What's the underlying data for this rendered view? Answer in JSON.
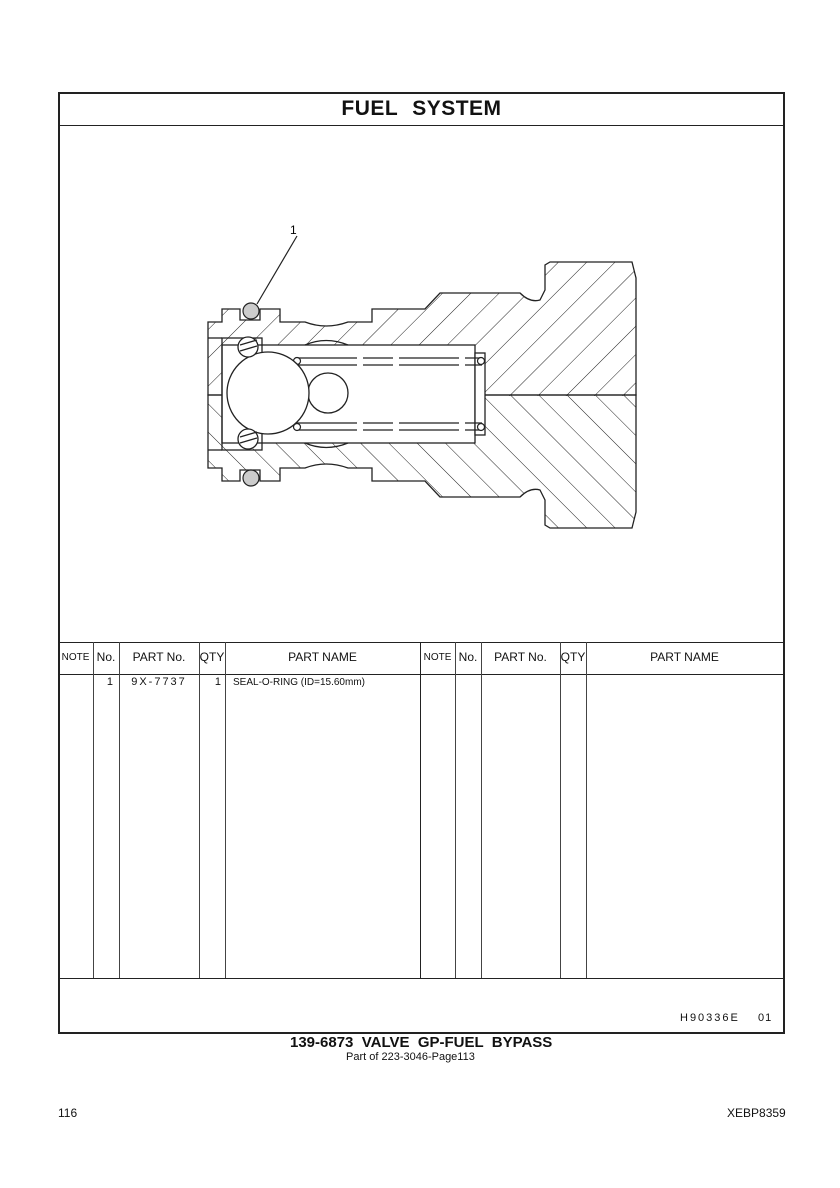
{
  "section_title": "FUEL  SYSTEM",
  "callout": "1",
  "table": {
    "headers": [
      "NOTE",
      "No.",
      "PART No.",
      "QTY",
      "PART NAME"
    ],
    "rows": [
      {
        "note": "",
        "no": "1",
        "part_no": "9X-7737",
        "qty": "1",
        "part_name": "SEAL-O-RING (ID=15.60mm)"
      }
    ]
  },
  "drawing_code": "H90336E",
  "drawing_rev": "01",
  "group_title": "139-6873  VALVE  GP-FUEL  BYPASS",
  "group_subtitle": "Part of 223-3046-Page113",
  "page_number": "116",
  "doc_code": "XEBP8359"
}
